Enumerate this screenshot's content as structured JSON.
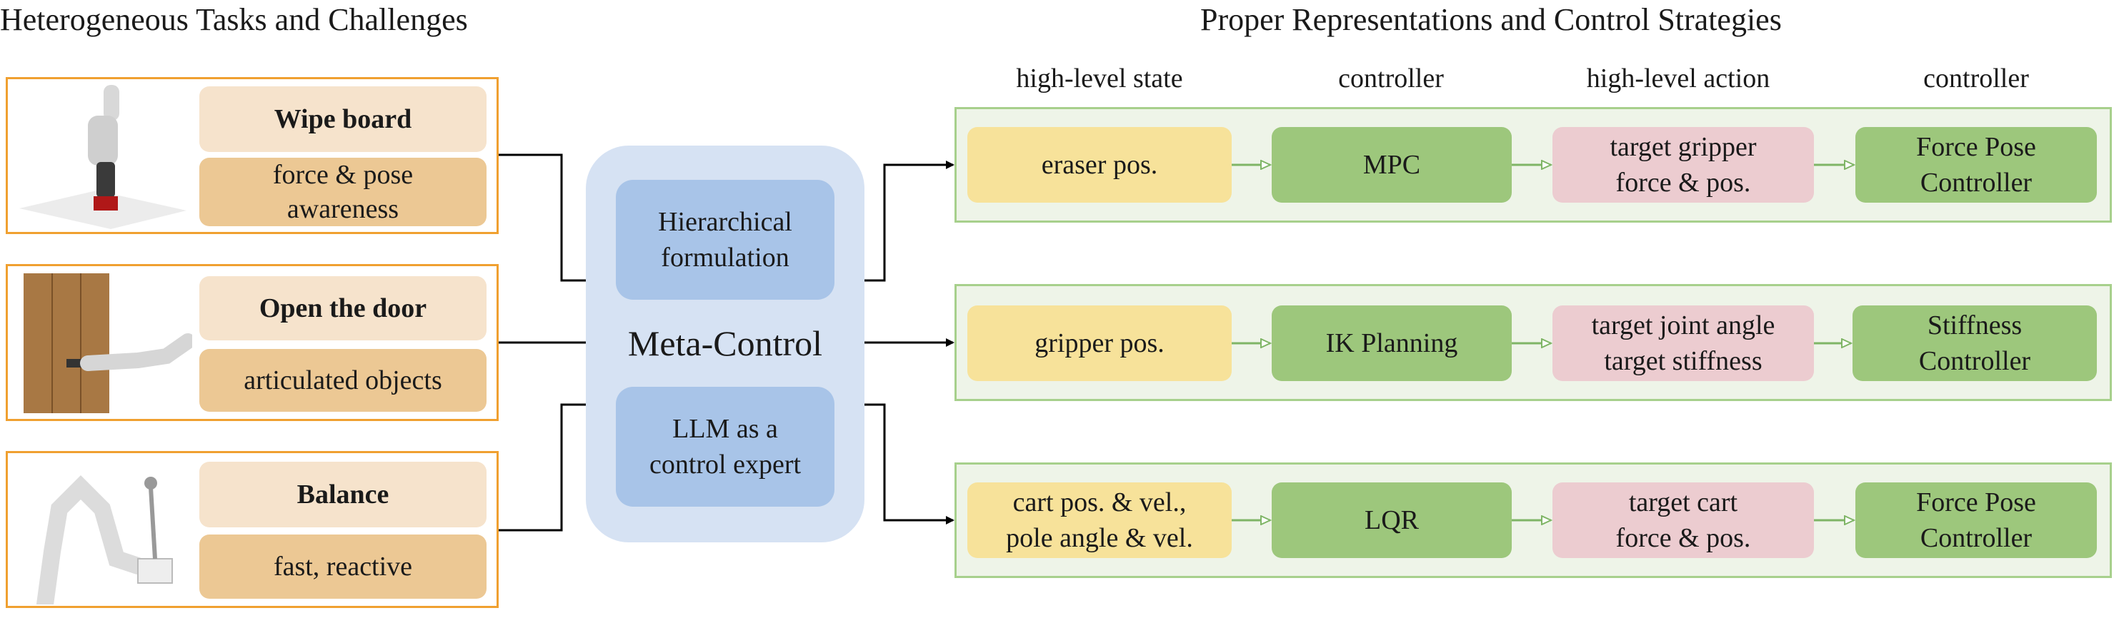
{
  "left_title": "Heterogeneous Tasks and Challenges",
  "right_title": "Proper Representations and Control Strategies",
  "column_headers": [
    "high-level state",
    "controller",
    "high-level action",
    "controller"
  ],
  "tasks": [
    {
      "name": "Wipe board",
      "challenge_line1": "force & pose",
      "challenge_line2": "awareness",
      "image": "robot-arm-wiping-board"
    },
    {
      "name": "Open the door",
      "challenge_line1": "articulated objects",
      "challenge_line2": "",
      "image": "robot-arm-opening-door"
    },
    {
      "name": "Balance",
      "challenge_line1": "fast, reactive",
      "challenge_line2": "",
      "image": "robot-arm-balancing-pole"
    }
  ],
  "meta": {
    "title": "Meta-Control",
    "top_line1": "Hierarchical",
    "top_line2": "formulation",
    "bottom_line1": "LLM as a",
    "bottom_line2": "control expert"
  },
  "pipelines": [
    {
      "state_line1": "eraser pos.",
      "state_line2": "",
      "planner": "MPC",
      "action_line1": "target gripper",
      "action_line2": "force & pos.",
      "controller_line1": "Force Pose",
      "controller_line2": "Controller"
    },
    {
      "state_line1": "gripper pos.",
      "state_line2": "",
      "planner": "IK Planning",
      "action_line1": "target joint angle",
      "action_line2": "target stiffness",
      "controller_line1": "Stiffness",
      "controller_line2": "Controller"
    },
    {
      "state_line1": "cart pos. & vel.,",
      "state_line2": "pole angle & vel.",
      "planner": "LQR",
      "action_line1": "target cart",
      "action_line2": "force & pos.",
      "controller_line1": "Force Pose",
      "controller_line2": "Controller"
    }
  ],
  "colors": {
    "task_border": "#f0a030",
    "task_name_fill": "#f6e3cc",
    "task_desc_fill": "#ecc894",
    "meta_outer": "#d6e2f3",
    "meta_inner": "#a8c4e8",
    "pipeline_border": "#a7d08c",
    "pipeline_fill": "#eef4e8",
    "state_fill": "#f7e29a",
    "controller_fill": "#9dc77c",
    "action_fill": "#ecccd0"
  }
}
